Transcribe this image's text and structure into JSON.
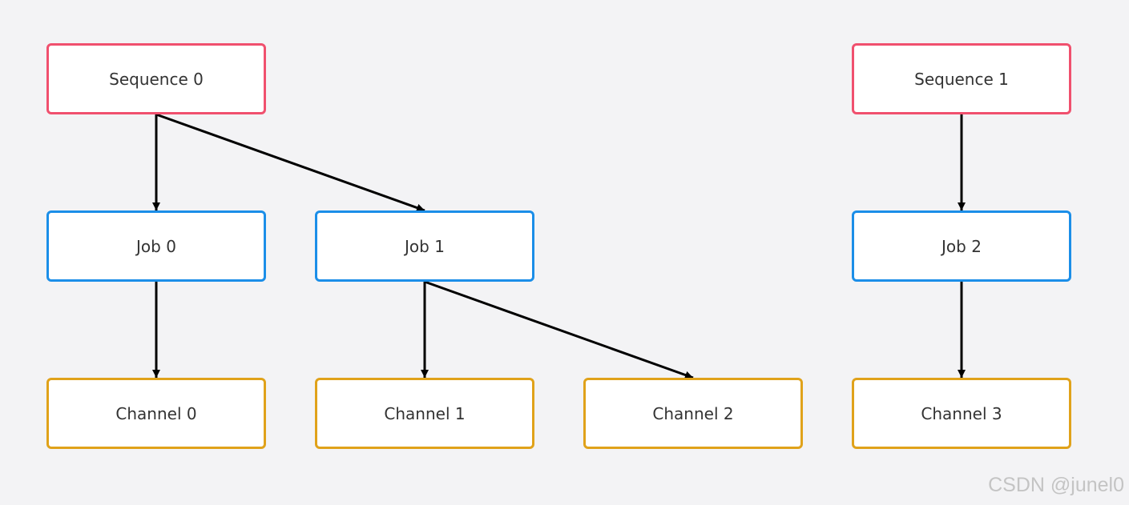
{
  "colors": {
    "sequence": "#f0506e",
    "job": "#1b8ee8",
    "channel": "#e0a21a",
    "edge": "#000000",
    "background": "#f3f3f5"
  },
  "nodes": {
    "seq0": {
      "label": "Sequence 0",
      "kind": "sequence"
    },
    "seq1": {
      "label": "Sequence 1",
      "kind": "sequence"
    },
    "job0": {
      "label": "Job 0",
      "kind": "job"
    },
    "job1": {
      "label": "Job 1",
      "kind": "job"
    },
    "job2": {
      "label": "Job 2",
      "kind": "job"
    },
    "ch0": {
      "label": "Channel 0",
      "kind": "channel"
    },
    "ch1": {
      "label": "Channel 1",
      "kind": "channel"
    },
    "ch2": {
      "label": "Channel 2",
      "kind": "channel"
    },
    "ch3": {
      "label": "Channel 3",
      "kind": "channel"
    }
  },
  "edges": [
    {
      "from": "seq0",
      "to": "job0"
    },
    {
      "from": "seq0",
      "to": "job1"
    },
    {
      "from": "seq1",
      "to": "job2"
    },
    {
      "from": "job0",
      "to": "ch0"
    },
    {
      "from": "job1",
      "to": "ch1"
    },
    {
      "from": "job1",
      "to": "ch2"
    },
    {
      "from": "job2",
      "to": "ch3"
    }
  ],
  "watermark": "CSDN @junel0"
}
